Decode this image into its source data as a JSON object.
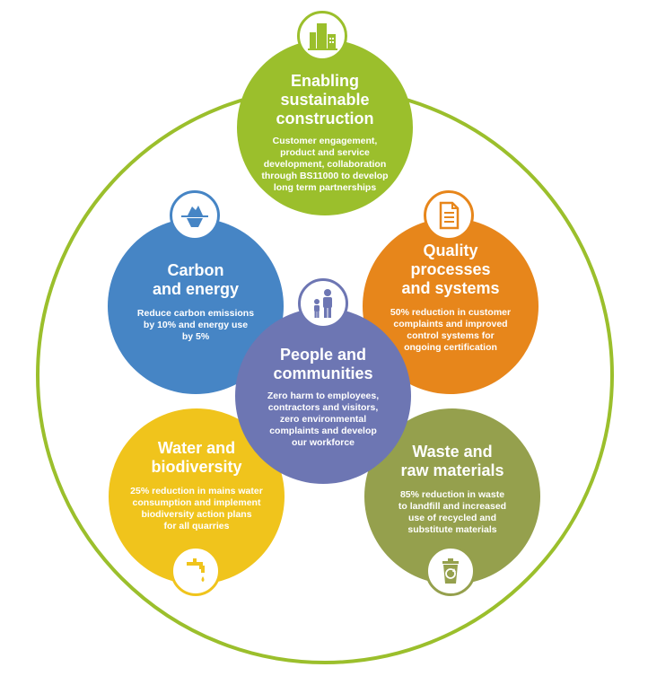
{
  "colors": {
    "ring": "#9bbf2c",
    "construction": "#9bbf2c",
    "carbon": "#4685c5",
    "quality": "#e7861b",
    "people": "#6d76b3",
    "water": "#f0c41c",
    "waste": "#95a04d"
  },
  "segments": {
    "construction": {
      "title_lines": [
        "Enabling",
        "sustainable",
        "construction"
      ],
      "desc_lines": [
        "Customer engagement,",
        "product and service",
        "development, collaboration",
        "through BS11000 to develop",
        "long term partnerships"
      ],
      "icon": "buildings-icon"
    },
    "carbon": {
      "title_lines": [
        "Carbon",
        "and energy"
      ],
      "desc_lines": [
        "Reduce carbon emissions",
        "by 10% and energy use",
        "by 5%"
      ],
      "icon": "iceberg-icon"
    },
    "quality": {
      "title_lines": [
        "Quality",
        "processes",
        "and systems"
      ],
      "desc_lines": [
        "50% reduction in customer",
        "complaints and improved",
        "control systems for",
        "ongoing certification"
      ],
      "icon": "document-icon"
    },
    "people": {
      "title_lines": [
        "People and",
        "communities"
      ],
      "desc_lines": [
        "Zero harm to employees,",
        "contractors and visitors,",
        "zero environmental",
        "complaints and develop",
        "our workforce"
      ],
      "icon": "people-icon"
    },
    "water": {
      "title_lines": [
        "Water and",
        "biodiversity"
      ],
      "desc_lines": [
        "25% reduction in mains water",
        "consumption and implement",
        "biodiversity action plans",
        "for all quarries"
      ],
      "icon": "tap-icon"
    },
    "waste": {
      "title_lines": [
        "Waste and",
        "raw materials"
      ],
      "desc_lines": [
        "85% reduction in waste",
        "to landfill and increased",
        "use of recycled and",
        "substitute materials"
      ],
      "icon": "recycle-bin-icon"
    }
  }
}
